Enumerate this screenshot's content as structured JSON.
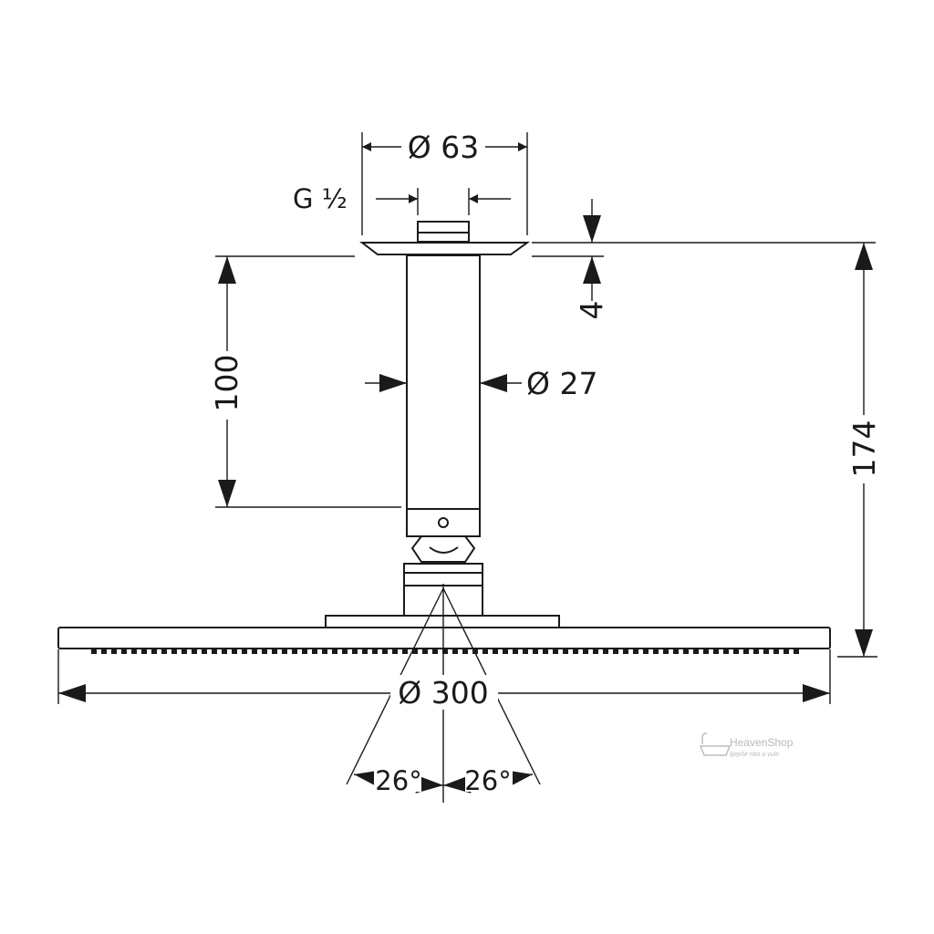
{
  "dimensions": {
    "flange_diameter": "Ø 63",
    "thread": "G ½",
    "flange_thickness": "4",
    "arm_length": "100",
    "arm_diameter": "Ø 27",
    "total_height": "174",
    "head_diameter": "Ø 300",
    "tilt_left": "26°",
    "tilt_right": "26°"
  },
  "watermark": {
    "brand": "HeavenShop",
    "tagline": "lijepše nbo u vule"
  }
}
